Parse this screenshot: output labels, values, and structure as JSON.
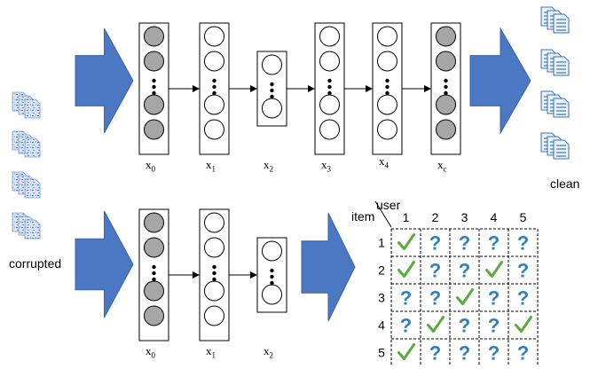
{
  "labels": {
    "corrupted": "corrupted",
    "clean": "clean"
  },
  "top_network": {
    "layers": [
      {
        "base": "x",
        "sub": "0"
      },
      {
        "base": "x",
        "sub": "1"
      },
      {
        "base": "x",
        "sub": "2"
      },
      {
        "base": "x",
        "sub": "3"
      },
      {
        "base": "x",
        "sub": "4"
      },
      {
        "base": "x",
        "sub": "c"
      }
    ]
  },
  "bottom_network": {
    "layers": [
      {
        "base": "x",
        "sub": "0"
      },
      {
        "base": "x",
        "sub": "1"
      },
      {
        "base": "x",
        "sub": "2"
      }
    ]
  },
  "rating_matrix": {
    "col_header": "user",
    "row_header": "item",
    "columns": [
      "1",
      "2",
      "3",
      "4",
      "5"
    ],
    "rows": [
      "1",
      "2",
      "3",
      "4",
      "5"
    ],
    "cells": [
      [
        "check",
        "unknown",
        "unknown",
        "unknown",
        "unknown"
      ],
      [
        "check",
        "unknown",
        "unknown",
        "check",
        "unknown"
      ],
      [
        "unknown",
        "unknown",
        "check",
        "unknown",
        "unknown"
      ],
      [
        "unknown",
        "check",
        "unknown",
        "unknown",
        "check"
      ],
      [
        "check",
        "unknown",
        "unknown",
        "unknown",
        "unknown"
      ]
    ]
  },
  "colors": {
    "arrow": "#4a78c2",
    "node_gray": "#a6a6a6",
    "check": "#5aaa3c",
    "question": "#2f7fc0",
    "doc": "#5b8fd0"
  }
}
